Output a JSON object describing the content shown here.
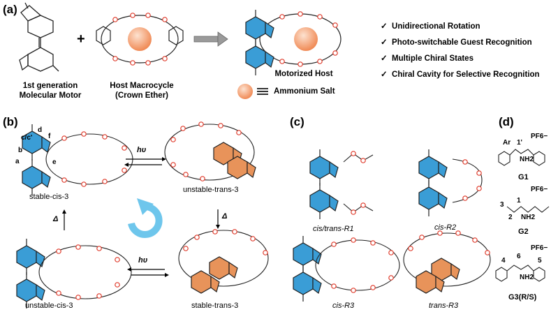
{
  "panels": {
    "a": "(a)",
    "b": "(b)",
    "c": "(c)",
    "d": "(d)"
  },
  "panel_a": {
    "motor_caption_l1": "1st generation",
    "motor_caption_l2": "Molecular Motor",
    "host_caption_l1": "Host Macrocycle",
    "host_caption_l2": "(Crown Ether)",
    "plus": "+",
    "motorized_host": "Motorized Host",
    "ammonium_salt": "Ammonium Salt",
    "features": [
      "Unidirectional Rotation",
      "Photo-switchable Guest Recognition",
      "Multiple Chiral States",
      "Chiral Cavity for Selective Recognition"
    ],
    "check": "✓"
  },
  "panel_b": {
    "stable_cis": "stable-cis-3",
    "unstable_trans": "unstable-trans-3",
    "unstable_cis": "unstable-cis-3",
    "stable_trans": "stable-trans-3",
    "hv": "hυ",
    "delta": "Δ",
    "atom_labels": [
      "a",
      "b",
      "c/c'",
      "d",
      "e",
      "f"
    ]
  },
  "panel_c": {
    "r1": "cis/trans-R1",
    "r2": "cis-R2",
    "r3cis": "cis-R3",
    "r3trans": "trans-R3"
  },
  "panel_d": {
    "g1": "G1",
    "g2": "G2",
    "g3": "G3(R/S)",
    "counterion": "PF6−",
    "ar": "Ar",
    "g1_pos": "1'",
    "g2_nums": [
      "3",
      "1",
      "2"
    ],
    "g3_nums": [
      "4",
      "6",
      "5"
    ],
    "nh2": "NH2"
  },
  "colors": {
    "motor_blue": "#3a9dd6",
    "motor_orange": "#e8935a",
    "ball": "#f3a77d",
    "oxygen": "#e03b2b",
    "rotate_arrow": "#6ec6ec"
  }
}
